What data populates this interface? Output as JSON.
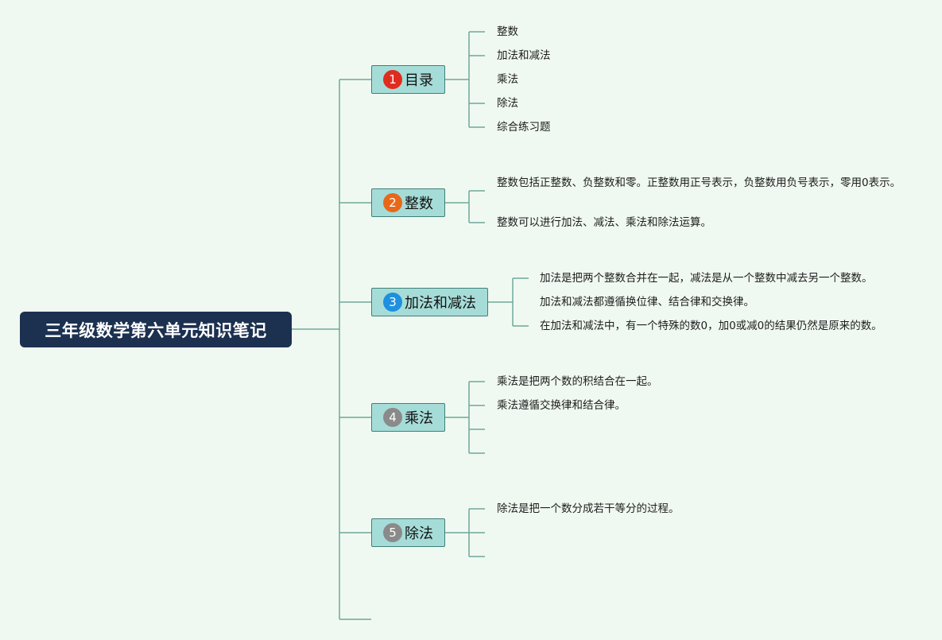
{
  "root": {
    "title": "三年级数学第六单元知识笔记"
  },
  "colors": {
    "background": "#f0f9f1",
    "root": "#1c3050",
    "topic_fill": "#a6dcd8",
    "topic_border": "#3f7f78",
    "connector": "#6fa89c"
  },
  "topics": [
    {
      "number": "1",
      "badge_color": "#e02b1f",
      "label": "目录",
      "items": [
        "整数",
        "加法和减法",
        "乘法",
        "除法",
        "综合练习题"
      ]
    },
    {
      "number": "2",
      "badge_color": "#e8681a",
      "label": "整数",
      "items": [
        "整数包括正整数、负整数和零。正整数用正号表示，负整数用负号表示，零用0表示。",
        "整数可以进行加法、减法、乘法和除法运算。"
      ]
    },
    {
      "number": "3",
      "badge_color": "#1e90e0",
      "label": "加法和减法",
      "items": [
        "加法是把两个整数合并在一起，减法是从一个整数中减去另一个整数。",
        "加法和减法都遵循换位律、结合律和交换律。",
        "在加法和减法中，有一个特殊的数0，加0或减0的结果仍然是原来的数。"
      ]
    },
    {
      "number": "4",
      "badge_color": "#8a8a8a",
      "label": "乘法",
      "items": [
        "乘法是把两个数的积结合在一起。",
        "乘法遵循交换律和结合律。",
        "",
        ""
      ]
    },
    {
      "number": "5",
      "badge_color": "#8a8a8a",
      "label": "除法",
      "items": [
        "除法是把一个数分成若干等分的过程。",
        "",
        ""
      ]
    }
  ]
}
